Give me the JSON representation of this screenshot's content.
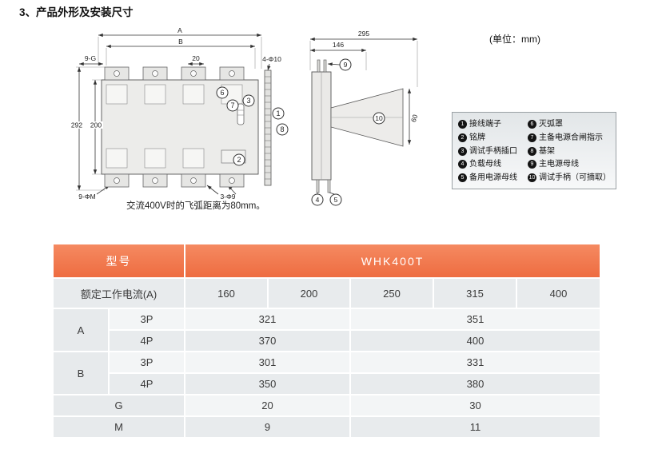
{
  "page": {
    "title": "3、产品外形及安装尺寸",
    "unit_note": "(单位：mm)",
    "arc_note": "交流400V时的飞弧距离为80mm。"
  },
  "drawing": {
    "front": {
      "dim_a": "A",
      "dim_b": "B",
      "dim_9g": "9-G",
      "dim_20": "20",
      "dim_292": "292",
      "dim_200": "200",
      "dim_4phi10": "4-Φ10",
      "dim_9phim": "9-ΦM",
      "dim_3phi9": "3-Φ9",
      "callouts": {
        "c1": "1",
        "c2": "2",
        "c3": "3",
        "c6": "6",
        "c7": "7",
        "c8": "8"
      }
    },
    "side": {
      "dim_295": "295",
      "dim_146": "146",
      "dim_60": "60",
      "callouts": {
        "c4": "4",
        "c5": "5",
        "c9": "9",
        "c10": "10"
      }
    }
  },
  "legend": {
    "items": [
      {
        "num": "1",
        "label": "接线端子"
      },
      {
        "num": "2",
        "label": "铭牌"
      },
      {
        "num": "3",
        "label": "调试手柄插口"
      },
      {
        "num": "4",
        "label": "负载母线"
      },
      {
        "num": "5",
        "label": "备用电源母线"
      },
      {
        "num": "6",
        "label": "灭弧罩"
      },
      {
        "num": "7",
        "label": "主备电源合闸指示"
      },
      {
        "num": "8",
        "label": "基架"
      },
      {
        "num": "9",
        "label": "主电源母线"
      },
      {
        "num": "10",
        "label": "调试手柄（可摘取）"
      }
    ]
  },
  "table": {
    "model_label": "型号",
    "model_value": "WHK400T",
    "current_label": "额定工作电流(A)",
    "currents": [
      "160",
      "200",
      "250",
      "315",
      "400"
    ],
    "rows": [
      {
        "group": "A",
        "sub": "3P",
        "v1": "321",
        "v2": "351"
      },
      {
        "group": "A",
        "sub": "4P",
        "v1": "370",
        "v2": "400"
      },
      {
        "group": "B",
        "sub": "3P",
        "v1": "301",
        "v2": "331"
      },
      {
        "group": "B",
        "sub": "4P",
        "v1": "350",
        "v2": "380"
      },
      {
        "group": "G",
        "sub": "",
        "v1": "20",
        "v2": "30"
      },
      {
        "group": "M",
        "sub": "",
        "v1": "9",
        "v2": "11"
      }
    ]
  }
}
